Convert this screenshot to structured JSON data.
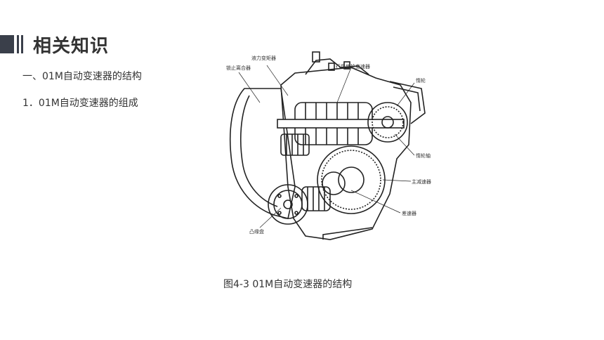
{
  "slide": {
    "section_title": "相关知识",
    "subtitle_1": "一、01M自动变速器的结构",
    "subtitle_2": "1．01M自动变速器的组成"
  },
  "figure": {
    "caption": "图4-3  01M自动变速器的结构",
    "labels": {
      "torque_converter": "液力变矩器",
      "lockup_clutch": "锁止离合器",
      "planetary": "行星齿轮变速器",
      "idler": "惰轮",
      "idler_shaft": "惰轮轴",
      "final_drive": "主减速器",
      "differential": "差速器",
      "flange": "凸缘盘"
    }
  }
}
